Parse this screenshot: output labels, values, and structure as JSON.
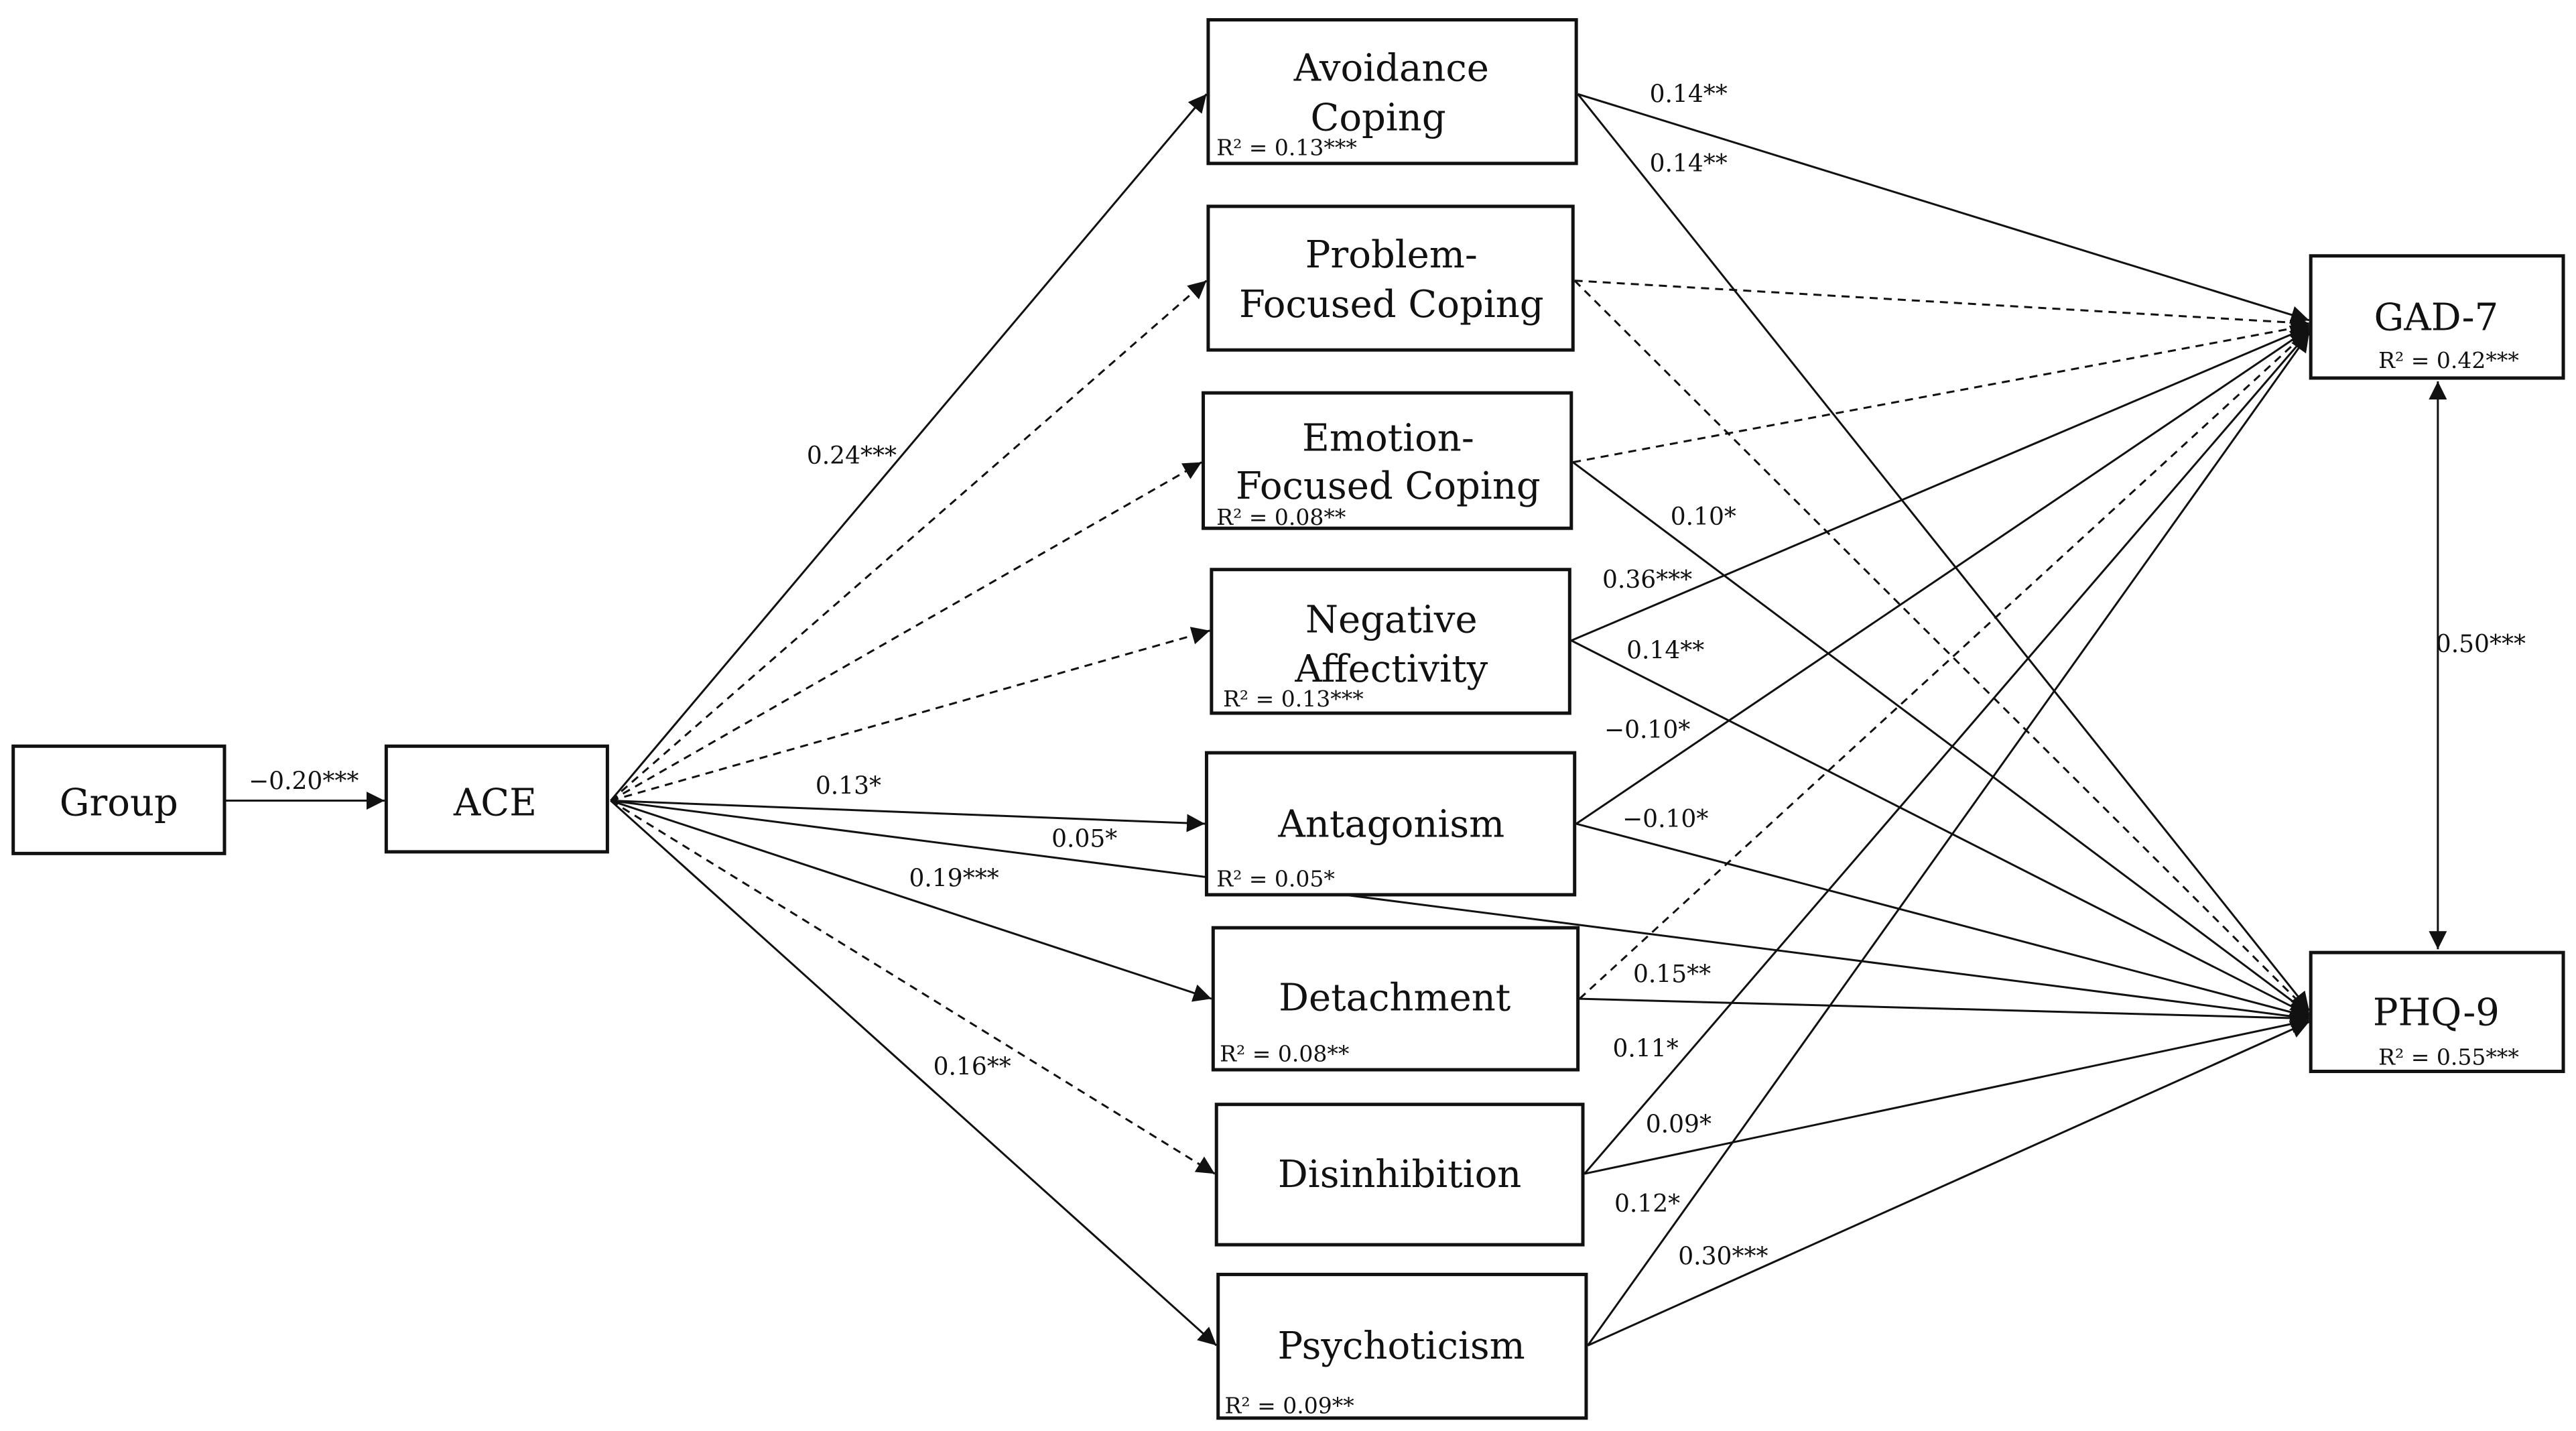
{
  "nodes": {
    "group": {
      "label": "Group"
    },
    "ace": {
      "label": "ACE"
    },
    "avoid": {
      "label_lines": [
        "Avoidance",
        "Coping"
      ],
      "r2": "R² = 0.13***"
    },
    "problem": {
      "label_lines": [
        "Problem-",
        "Focused Coping"
      ]
    },
    "emotion": {
      "label_lines": [
        "Emotion-",
        "Focused Coping"
      ],
      "r2": "R² = 0.08**"
    },
    "negaff": {
      "label_lines": [
        "Negative",
        "Affectivity"
      ],
      "r2": "R² = 0.13***"
    },
    "antag": {
      "label": "Antagonism",
      "r2": "R² = 0.05*"
    },
    "detach": {
      "label": "Detachment",
      "r2": "R² = 0.08**"
    },
    "disinh": {
      "label": "Disinhibition"
    },
    "psycho": {
      "label": "Psychoticism",
      "r2": "R² = 0.09**"
    },
    "gad": {
      "label": "GAD-7",
      "r2": "R² = 0.42***"
    },
    "phq": {
      "label": "PHQ-9",
      "r2": "R² = 0.55***"
    }
  },
  "paths": [
    {
      "from": "group",
      "to": "ace",
      "style": "solid",
      "coef": "−0.20***"
    },
    {
      "from": "ace",
      "to": "avoid",
      "style": "solid",
      "coef": "0.24***"
    },
    {
      "from": "ace",
      "to": "problem",
      "style": "dashed"
    },
    {
      "from": "ace",
      "to": "emotion",
      "style": "dashed"
    },
    {
      "from": "ace",
      "to": "negaff",
      "style": "dashed"
    },
    {
      "from": "ace",
      "to": "antag",
      "style": "solid",
      "coef": "0.13*"
    },
    {
      "from": "ace",
      "to": "phq",
      "style": "solid",
      "coef": "0.05*"
    },
    {
      "from": "ace",
      "to": "detach",
      "style": "solid",
      "coef": "0.19***"
    },
    {
      "from": "ace",
      "to": "disinh",
      "style": "dashed"
    },
    {
      "from": "ace",
      "to": "psycho",
      "style": "solid",
      "coef": "0.16**"
    },
    {
      "from": "avoid",
      "to": "gad",
      "style": "solid",
      "coef": "0.14**"
    },
    {
      "from": "avoid",
      "to": "phq",
      "style": "solid",
      "coef": "0.14**"
    },
    {
      "from": "problem",
      "to": "gad",
      "style": "dashed"
    },
    {
      "from": "problem",
      "to": "phq",
      "style": "dashed"
    },
    {
      "from": "emotion",
      "to": "gad",
      "style": "dashed"
    },
    {
      "from": "emotion",
      "to": "phq",
      "style": "solid",
      "coef": "0.10*"
    },
    {
      "from": "negaff",
      "to": "gad",
      "style": "solid",
      "coef": "0.36***"
    },
    {
      "from": "negaff",
      "to": "phq",
      "style": "solid",
      "coef": "0.14**"
    },
    {
      "from": "antag",
      "to": "gad",
      "style": "solid",
      "coef": "−0.10*"
    },
    {
      "from": "antag",
      "to": "phq",
      "style": "solid",
      "coef": "−0.10*"
    },
    {
      "from": "detach",
      "to": "gad",
      "style": "dashed"
    },
    {
      "from": "detach",
      "to": "phq",
      "style": "solid",
      "coef": "0.15**"
    },
    {
      "from": "disinh",
      "to": "gad",
      "style": "solid",
      "coef": "0.11*"
    },
    {
      "from": "disinh",
      "to": "phq",
      "style": "solid",
      "coef": "0.09*"
    },
    {
      "from": "psycho",
      "to": "gad",
      "style": "solid",
      "coef": "0.12*"
    },
    {
      "from": "psycho",
      "to": "phq",
      "style": "solid",
      "coef": "0.30***"
    },
    {
      "from": "gad",
      "to": "phq",
      "style": "solid",
      "coef": "0.50***",
      "bidirectional": true
    }
  ]
}
